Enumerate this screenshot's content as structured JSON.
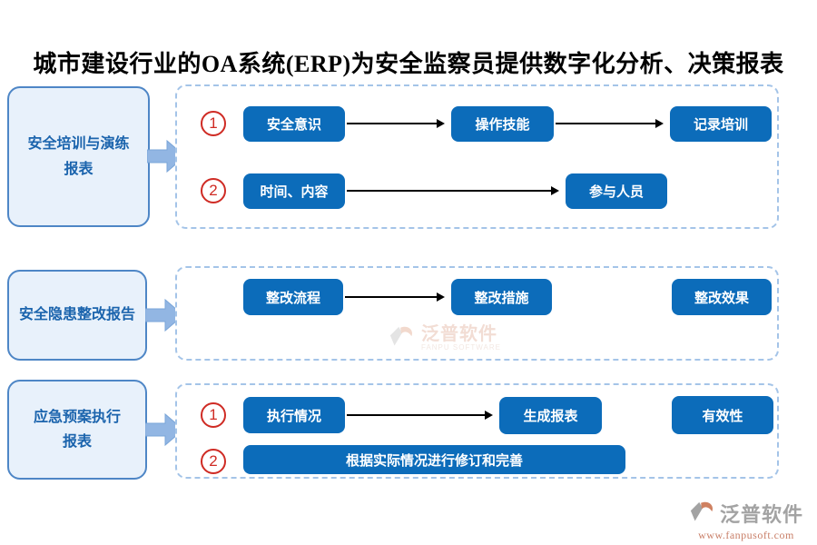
{
  "title": "城市建设行业的OA系统(ERP)为安全监察员提供数字化分析、决策报表",
  "sections": [
    {
      "source": "安全培训与演练\n报表",
      "lanes": [
        {
          "num": "1",
          "nodes": [
            "安全意识",
            "操作技能",
            "记录培训"
          ]
        },
        {
          "num": "2",
          "nodes": [
            "时间、内容",
            "参与人员"
          ]
        }
      ]
    },
    {
      "source": "安全隐患整改报告",
      "lanes": [
        {
          "nodes": [
            "整改流程",
            "整改措施",
            "整改效果"
          ]
        }
      ]
    },
    {
      "source": "应急预案执行\n报表",
      "lanes": [
        {
          "num": "1",
          "nodes": [
            "执行情况",
            "生成报表",
            "有效性"
          ]
        },
        {
          "num": "2",
          "nodes": [
            "根据实际情况进行修订和完善"
          ]
        }
      ]
    }
  ],
  "watermark": {
    "brand": "泛普软件",
    "sub": "FANPU SOFTWARE"
  },
  "footer": {
    "brand": "泛普软件",
    "url": "www.fanpusoft.com"
  },
  "colors": {
    "node_blue": "#0c6cba",
    "source_fill": "#e8f1fb",
    "source_border": "#4e86c6",
    "dashed_border": "#a4c4e8",
    "number_red": "#cf2b24",
    "block_arrow": "#92b6e3"
  }
}
